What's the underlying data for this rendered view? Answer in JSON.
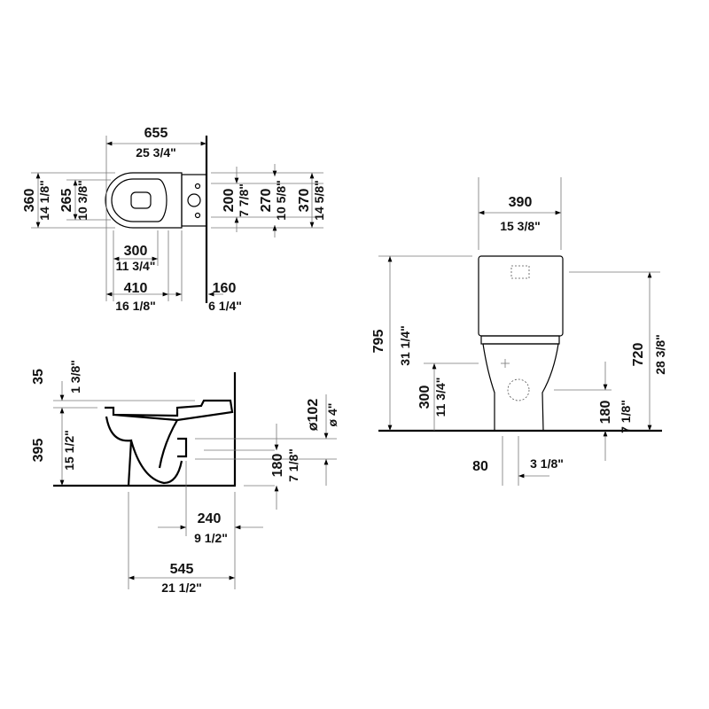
{
  "top_view": {
    "overall_length_mm": "655",
    "overall_length_in": "25 3/4\"",
    "width_mm": "360",
    "width_in": "14 1/8\"",
    "seat_width_mm": "265",
    "seat_width_in": "10 3/8\"",
    "inlet_200_mm": "200",
    "inlet_200_in": "7 7/8\"",
    "inlet_270_mm": "270",
    "inlet_270_in": "10 5/8\"",
    "tank_width_mm": "370",
    "tank_width_in": "14 5/8\"",
    "seat_300_mm": "300",
    "seat_300_in": "11 3/4\"",
    "bowl_410_mm": "410",
    "bowl_410_in": "16 1/8\"",
    "wall_160_mm": "160",
    "wall_160_in": "6 1/4\""
  },
  "side_view": {
    "seat_35_mm": "35",
    "seat_35_in": "1 3/8\"",
    "height_395_mm": "395",
    "height_395_in": "15 1/2\"",
    "outlet_dia_mm": "ø102",
    "outlet_dia_in": "ø 4\"",
    "outlet_180_mm": "180",
    "outlet_180_in": "7 1/8\"",
    "outlet_240_mm": "240",
    "outlet_240_in": "9 1/2\"",
    "depth_545_mm": "545",
    "depth_545_in": "21 1/2\""
  },
  "front_view": {
    "width_390_mm": "390",
    "width_390_in": "15 3/8\"",
    "height_795_mm": "795",
    "height_795_in": "31 1/4\"",
    "height_720_mm": "720",
    "height_720_in": "28 3/8\"",
    "inlet_300_mm": "300",
    "inlet_300_in": "11 3/4\"",
    "outlet_180_mm": "180",
    "outlet_180_in": "7 1/8\"",
    "offset_80_mm": "80",
    "offset_80_in": "3 1/8\""
  }
}
